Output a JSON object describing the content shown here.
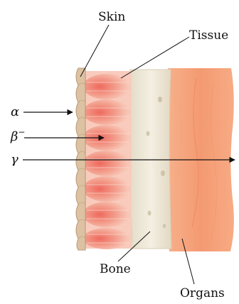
{
  "labels": {
    "skin": "Skin",
    "tissue": "Tissue",
    "bone": "Bone",
    "organs": "Organs"
  },
  "radiation": {
    "alpha": {
      "symbol": "α",
      "superscript": ""
    },
    "beta": {
      "symbol": "β",
      "superscript": "−"
    },
    "gamma": {
      "symbol": "γ",
      "superscript": ""
    }
  },
  "colors": {
    "skin": "#d9bd9b",
    "tissue": "#f08a7c",
    "bone": "#ece6d6",
    "organs": "#f6a57c",
    "arrows": "#111111"
  }
}
